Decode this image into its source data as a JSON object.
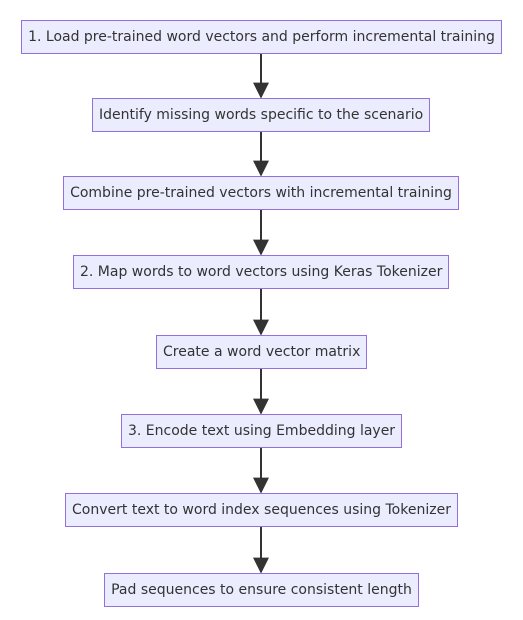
{
  "nodes": [
    {
      "id": "n1",
      "label": "1. Load pre-trained word vectors and perform incremental training"
    },
    {
      "id": "n2",
      "label": "Identify missing words specific to the scenario"
    },
    {
      "id": "n3",
      "label": "Combine pre-trained vectors with incremental training"
    },
    {
      "id": "n4",
      "label": "2. Map words to word vectors using Keras Tokenizer"
    },
    {
      "id": "n5",
      "label": "Create a word vector matrix"
    },
    {
      "id": "n6",
      "label": "3. Encode text using Embedding layer"
    },
    {
      "id": "n7",
      "label": "Convert text to word index sequences using Tokenizer"
    },
    {
      "id": "n8",
      "label": "Pad sequences to ensure consistent length"
    }
  ],
  "edges": [
    {
      "from": "n1",
      "to": "n2"
    },
    {
      "from": "n2",
      "to": "n3"
    },
    {
      "from": "n3",
      "to": "n4"
    },
    {
      "from": "n4",
      "to": "n5"
    },
    {
      "from": "n5",
      "to": "n6"
    },
    {
      "from": "n6",
      "to": "n7"
    },
    {
      "from": "n7",
      "to": "n8"
    }
  ],
  "colors": {
    "node_fill": "#ececff",
    "node_border": "#9370db",
    "text": "#333333",
    "edge": "#333333"
  }
}
